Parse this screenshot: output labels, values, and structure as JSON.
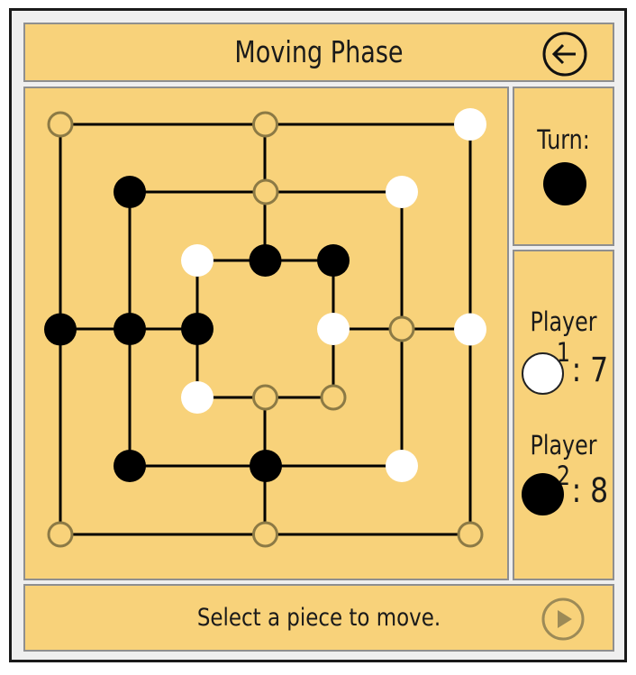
{
  "header": {
    "title": "Moving Phase",
    "back_icon": "back-arrow-icon"
  },
  "turn": {
    "label": "Turn:",
    "current_color": "black"
  },
  "players": [
    {
      "name": "Player 1",
      "color": "white",
      "pieces": "7"
    },
    {
      "name": "Player 2",
      "color": "black",
      "pieces": "8"
    }
  ],
  "count_separator": ":",
  "footer": {
    "message": "Select a piece to move.",
    "next_icon": "play-icon"
  },
  "colors": {
    "panel": "#f8d27a",
    "empty_point": "#8c7a45",
    "white_piece": "#ffffff",
    "black_piece": "#000000"
  },
  "board": {
    "points": [
      {
        "id": "a1",
        "piece": "empty"
      },
      {
        "id": "a2",
        "piece": "empty"
      },
      {
        "id": "a3",
        "piece": "white"
      },
      {
        "id": "a4",
        "piece": "white"
      },
      {
        "id": "a5",
        "piece": "empty"
      },
      {
        "id": "a6",
        "piece": "empty"
      },
      {
        "id": "a7",
        "piece": "empty"
      },
      {
        "id": "a8",
        "piece": "black"
      },
      {
        "id": "b1",
        "piece": "black"
      },
      {
        "id": "b2",
        "piece": "empty"
      },
      {
        "id": "b3",
        "piece": "white"
      },
      {
        "id": "b4",
        "piece": "empty"
      },
      {
        "id": "b5",
        "piece": "white"
      },
      {
        "id": "b6",
        "piece": "black"
      },
      {
        "id": "b7",
        "piece": "black"
      },
      {
        "id": "b8",
        "piece": "black"
      },
      {
        "id": "c1",
        "piece": "white"
      },
      {
        "id": "c2",
        "piece": "black"
      },
      {
        "id": "c3",
        "piece": "black"
      },
      {
        "id": "c4",
        "piece": "white"
      },
      {
        "id": "c5",
        "piece": "empty"
      },
      {
        "id": "c6",
        "piece": "empty"
      },
      {
        "id": "c7",
        "piece": "white"
      },
      {
        "id": "c8",
        "piece": "black"
      }
    ]
  }
}
